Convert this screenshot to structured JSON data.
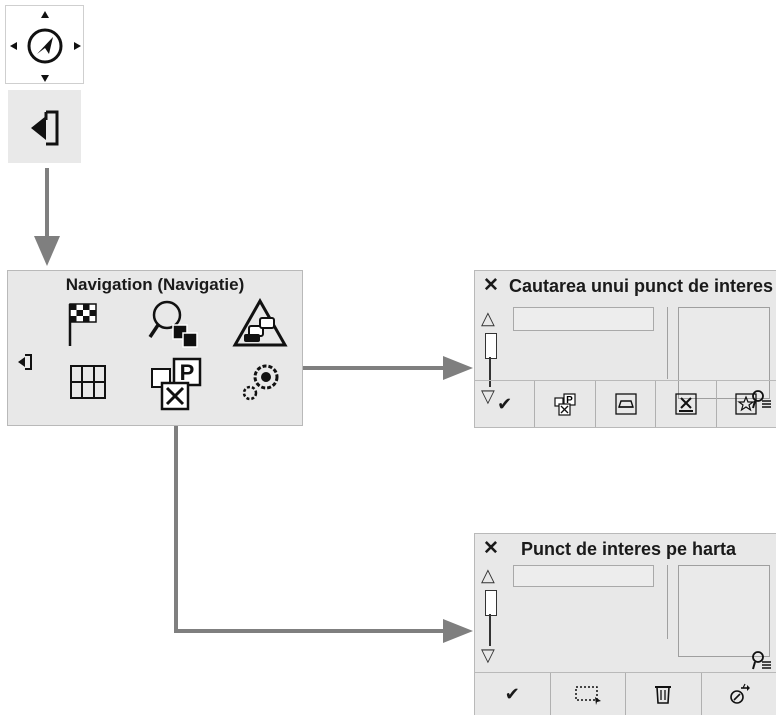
{
  "nav_menu": {
    "title": "Navigation (Navigatie)",
    "icons": [
      "destination-flag-icon",
      "search-poi-icon",
      "traffic-icon",
      "map-icon",
      "poi-categories-icon",
      "settings-icon",
      "back-icon"
    ]
  },
  "screen_search": {
    "title": "Cautarea unui punct de interes",
    "close": "✕",
    "toolbar": [
      {
        "icon": "checkmark-icon",
        "label": "✔"
      },
      {
        "icon": "poi-categories-icon"
      },
      {
        "icon": "car-icon"
      },
      {
        "icon": "restaurant-icon"
      },
      {
        "icon": "star-icon",
        "label": "☆"
      }
    ]
  },
  "screen_map_poi": {
    "title": "Punct de interes pe harta",
    "close": "✕",
    "toolbar": [
      {
        "icon": "checkmark-icon",
        "label": "✔"
      },
      {
        "icon": "select-area-icon"
      },
      {
        "icon": "trash-icon"
      },
      {
        "icon": "usb-icon"
      }
    ]
  },
  "colors": {
    "panel": "#e8e8e8",
    "arrow": "#7f7f7f",
    "text": "#1a1a1a"
  }
}
